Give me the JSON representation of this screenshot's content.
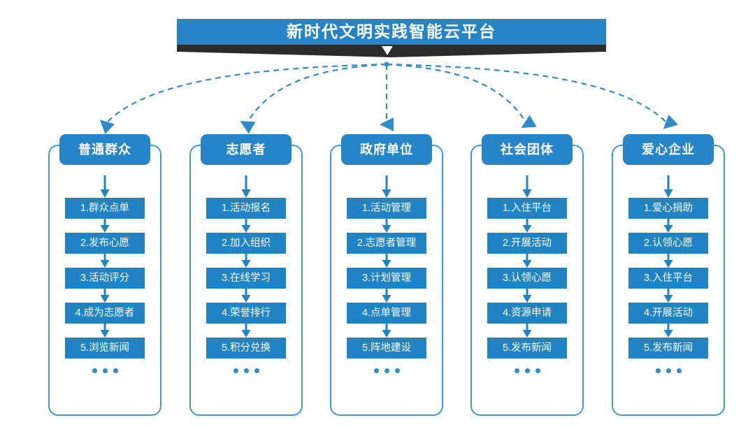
{
  "banner": {
    "title": "新时代文明实践智能云平台",
    "chevron_icon": "chevron-down-icon"
  },
  "colors": {
    "banner_blue": "#2684c6",
    "header_blue": "#2585c7",
    "box_blue": "#2084c4",
    "frame_blue": "#3d9ad4",
    "dash_blue": "#2e8cca",
    "shadow_dark": "#2b2b2b",
    "background": "#ffffff",
    "text_white": "#ffffff"
  },
  "columns": [
    {
      "header": "普通群众",
      "steps": [
        "1.群众点单",
        "2.发布心愿",
        "3.活动评分",
        "4.成为志愿者",
        "5.浏览新闻"
      ],
      "ellipsis": "..."
    },
    {
      "header": "志愿者",
      "steps": [
        "1.活动报名",
        "2.加入组织",
        "3.在线学习",
        "4.荣誉排行",
        "5.积分兑换"
      ],
      "ellipsis": "..."
    },
    {
      "header": "政府单位",
      "steps": [
        "1.活动管理",
        "2.志愿者管理",
        "3.计划管理",
        "4.点单管理",
        "5.阵地建设"
      ],
      "ellipsis": "..."
    },
    {
      "header": "社会团体",
      "steps": [
        "1.入住平台",
        "2.开展活动",
        "3.认领心愿",
        "4.资源申请",
        "5.发布新闻"
      ],
      "ellipsis": "..."
    },
    {
      "header": "爱心企业",
      "steps": [
        "1.爱心捐助",
        "2.认领心愿",
        "3.入住平台",
        "4.开展活动",
        "5.发布新闻"
      ],
      "ellipsis": "..."
    }
  ]
}
